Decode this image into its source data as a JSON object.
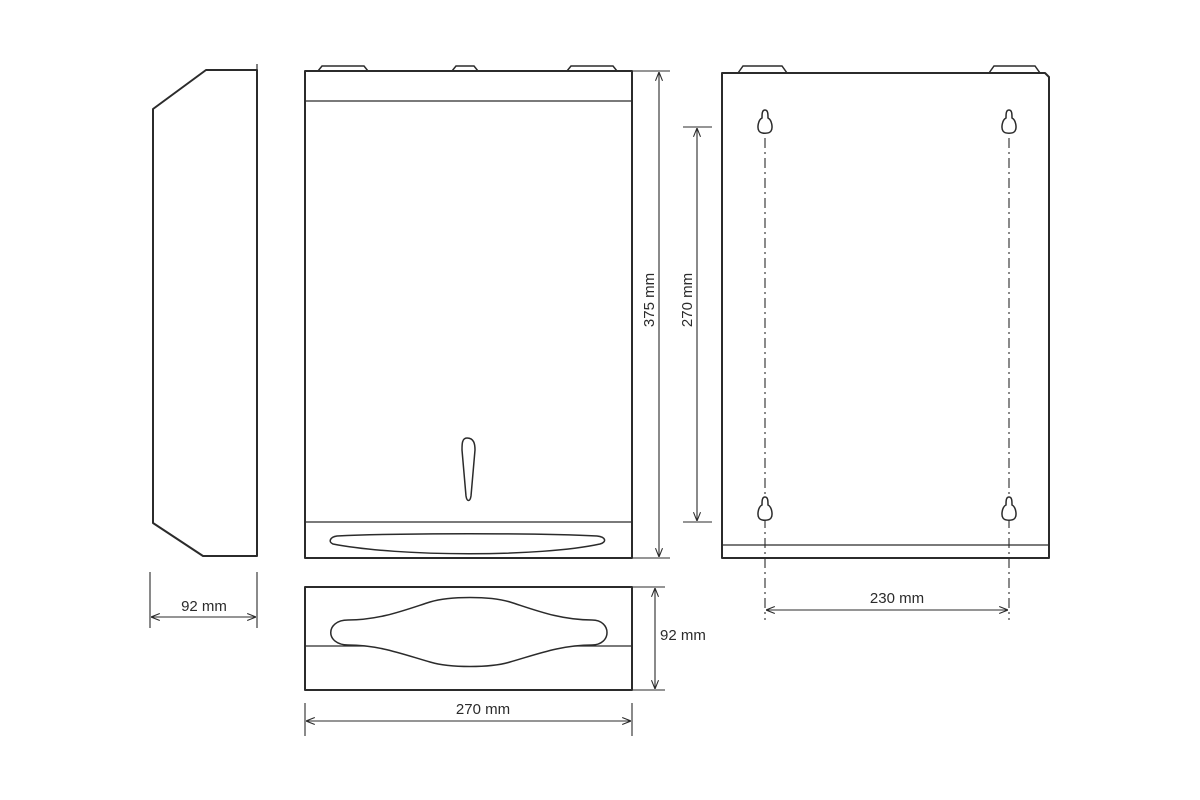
{
  "dimensions": {
    "side_depth": "92 mm",
    "front_height": "375 mm",
    "back_mount_height": "270 mm",
    "bottom_depth": "92 mm",
    "bottom_width": "270 mm",
    "back_mount_width": "230 mm"
  }
}
